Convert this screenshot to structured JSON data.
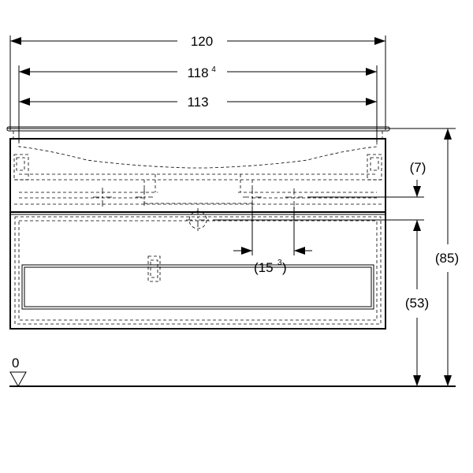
{
  "dimensions": {
    "overall_width": "120",
    "width_2_main": "118",
    "width_2_sup": "4",
    "width_3": "113",
    "offset_top": "(7)",
    "spacing_main": "(15",
    "spacing_sup": "3",
    "spacing_close": ")",
    "height_total": "(85)",
    "height_lower": "(53)",
    "floor_level": "0"
  }
}
